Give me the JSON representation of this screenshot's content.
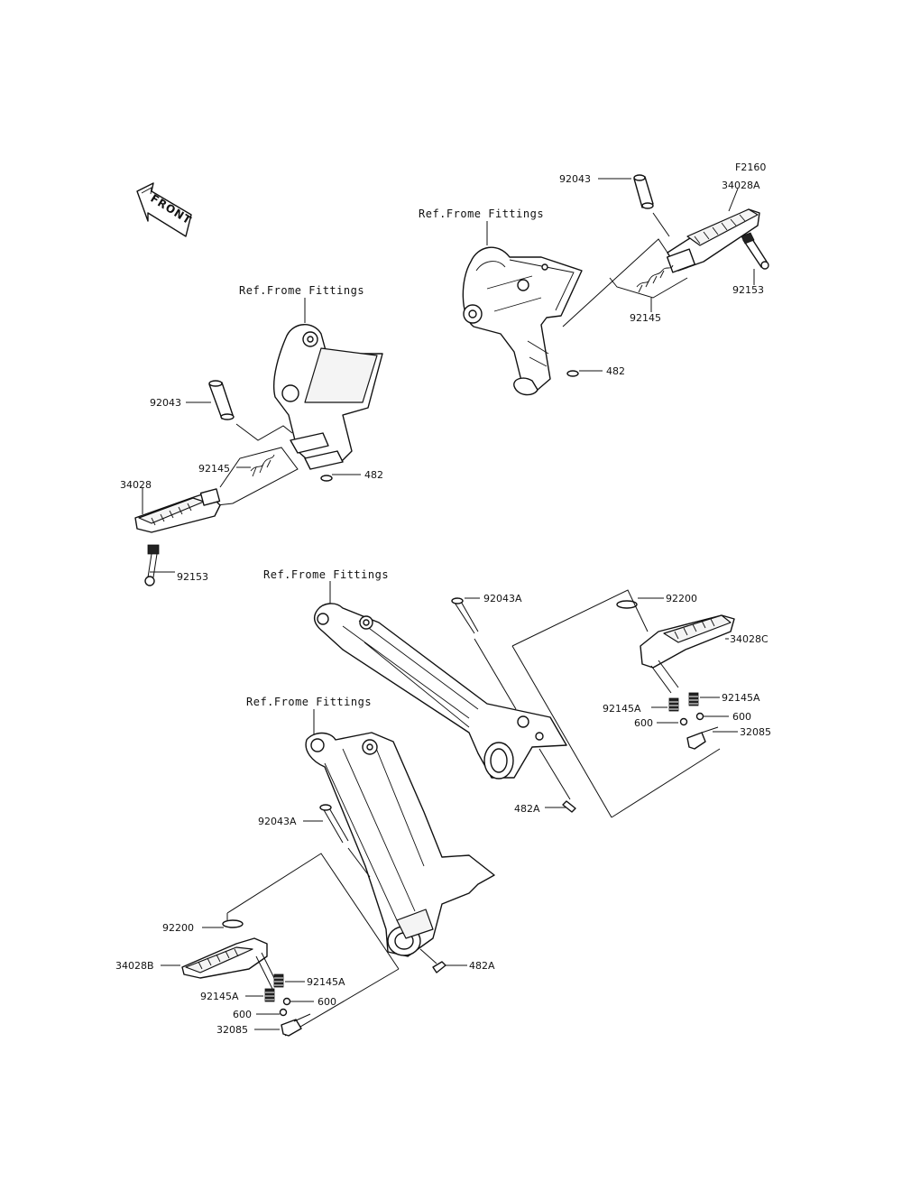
{
  "diagram_code": "F2160",
  "front_label": "FRONT",
  "ref_labels": [
    "Ref.Frome Fittings",
    "Ref.Frome Fittings",
    "Ref.Frome Fittings",
    "Ref.Frome Fittings"
  ],
  "part_labels": {
    "tr_92043": "92043",
    "tr_34028A": "34028A",
    "tr_92153": "92153",
    "tr_92145": "92145",
    "tr_482": "482",
    "ml_92043": "92043",
    "ml_92145": "92145",
    "ml_482": "482",
    "ml_34028": "34028",
    "ml_92153": "92153",
    "rr_92043A": "92043A",
    "rr_92200": "92200",
    "rr_34028C": "34028C",
    "rr_92145A_l": "92145A",
    "rr_92145A_r": "92145A",
    "rr_600_l": "600",
    "rr_600_r": "600",
    "rr_32085": "32085",
    "rr_482A": "482A",
    "lr_92043A": "92043A",
    "lr_92200": "92200",
    "lr_34028B": "34028B",
    "lr_92145A_r": "92145A",
    "lr_92145A_l": "92145A",
    "lr_600_r": "600",
    "lr_600_l": "600",
    "lr_32085": "32085",
    "lr_482A": "482A"
  }
}
